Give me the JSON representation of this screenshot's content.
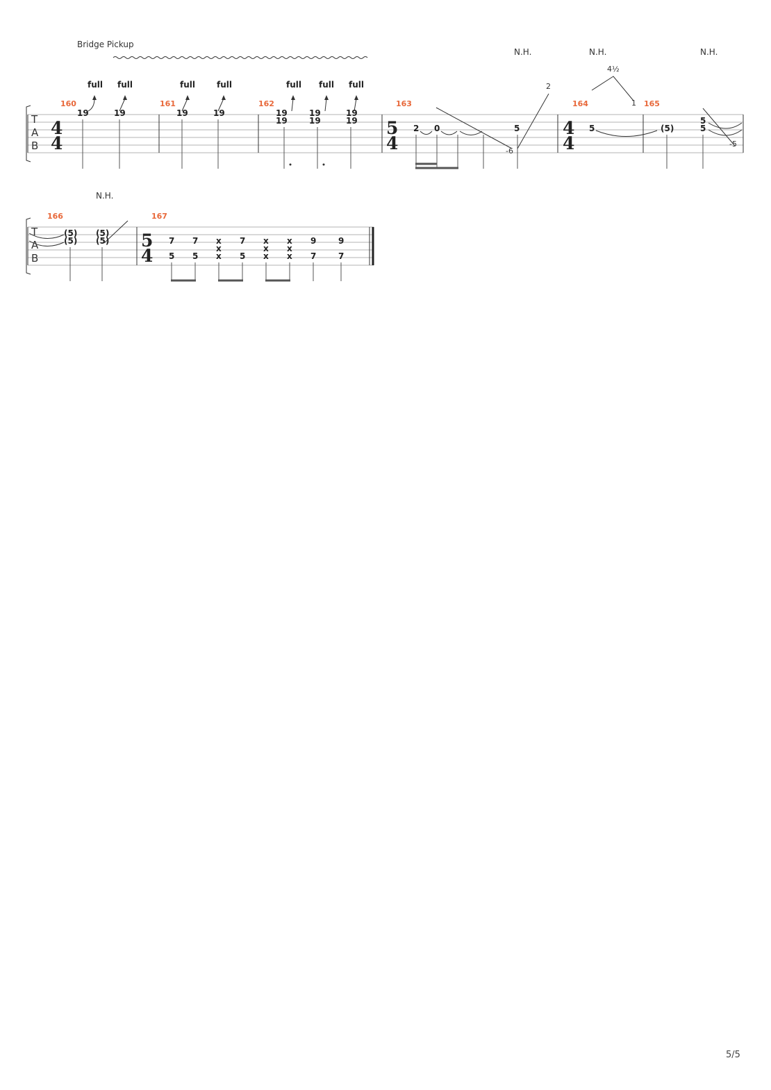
{
  "annotations": {
    "bridge_pickup": "Bridge Pickup",
    "natural_harmonic": "N.H."
  },
  "bend_label": "full",
  "clef": {
    "t": "T",
    "a": "A",
    "b": "B"
  },
  "measures": {
    "m160": "160",
    "m161": "161",
    "m162": "162",
    "m163": "163",
    "m164": "164",
    "m165": "165",
    "m166": "166",
    "m167": "167"
  },
  "time_signatures": {
    "four": "4",
    "five": "5"
  },
  "frets": {
    "nineteen": "19",
    "two": "2",
    "zero": "0",
    "five": "5",
    "five_paren": "(5)",
    "seven": "7",
    "nine": "9",
    "dead": "x",
    "minus_six": "-6",
    "minus_five": "-5"
  },
  "whammy_values": {
    "dip_end": "2",
    "peak": "4½",
    "release": "1"
  },
  "page_number": "5/5"
}
